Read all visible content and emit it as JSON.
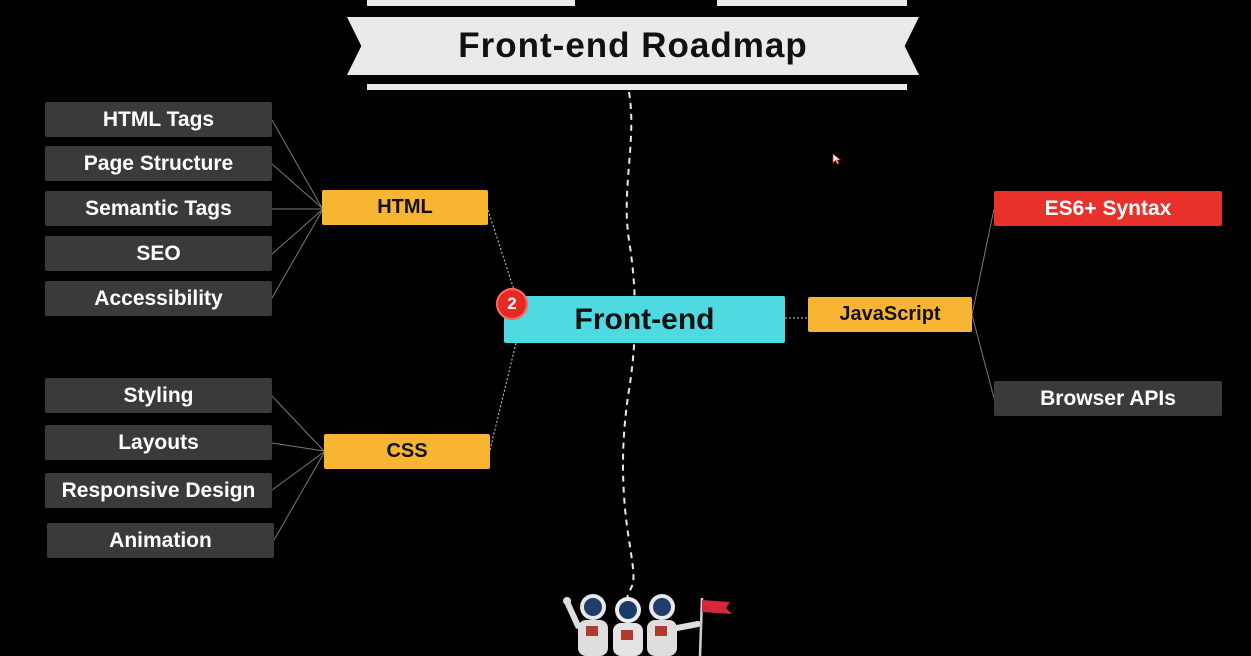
{
  "title": "Front-end Roadmap",
  "center": {
    "label": "Front-end",
    "badge": "2"
  },
  "html": {
    "label": "HTML",
    "children": [
      "HTML Tags",
      "Page Structure",
      "Semantic Tags",
      "SEO",
      "Accessibility"
    ]
  },
  "css": {
    "label": "CSS",
    "children": [
      "Styling",
      "Layouts",
      "Responsive Design",
      "Animation"
    ]
  },
  "javascript": {
    "label": "JavaScript",
    "children": [
      "ES6+ Syntax",
      "Browser APIs"
    ]
  },
  "colors": {
    "background": "#000000",
    "banner": "#e8eaeb",
    "center": "#4fd9e0",
    "branch": "#f7b532",
    "leaf": "#3a3a3a",
    "highlight": "#e8312a",
    "badge": "#e52a24"
  },
  "icons": [
    "cursor-icon",
    "astronauts-illustration",
    "flag-icon"
  ]
}
